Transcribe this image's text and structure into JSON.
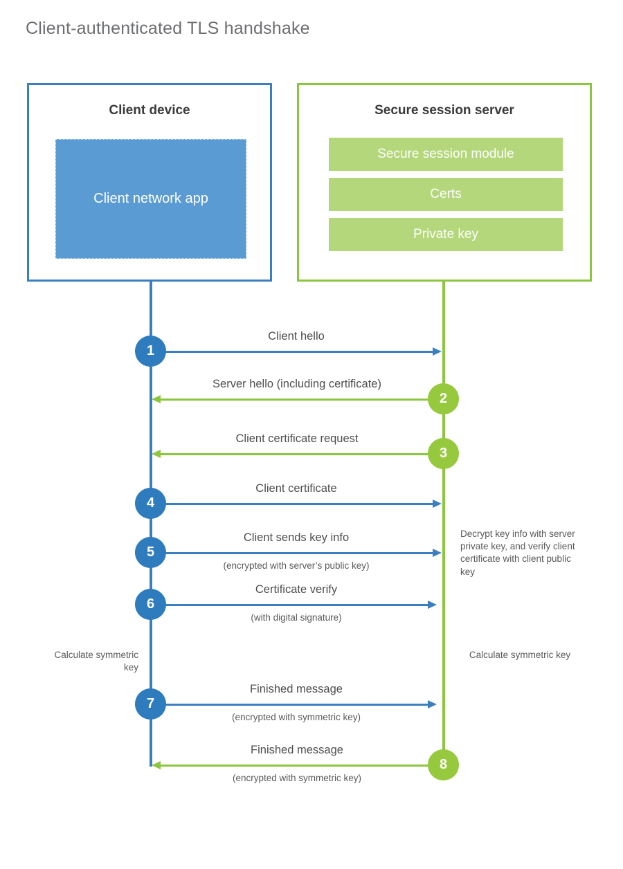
{
  "title": "Client-authenticated TLS handshake",
  "colors": {
    "client_blue": "#3b7fc1",
    "client_app_fill": "#5b9bd3",
    "server_green": "#8cc63f",
    "server_module_fill": "#b3d77a",
    "step_blue": "#2e7cbe",
    "step_green": "#96c93d",
    "text_gray": "#58595b",
    "title_gray": "#6d6e71"
  },
  "client": {
    "title": "Client device",
    "app_label": "Client network app"
  },
  "server": {
    "title": "Secure session server",
    "modules": [
      {
        "label": "Secure session module"
      },
      {
        "label": "Certs"
      },
      {
        "label": "Private key"
      }
    ]
  },
  "steps": [
    {
      "number": "1",
      "label": "Client hello",
      "sublabel": "",
      "direction": "client-to-server"
    },
    {
      "number": "2",
      "label": "Server hello (including certificate)",
      "sublabel": "",
      "direction": "server-to-client"
    },
    {
      "number": "3",
      "label": "Client certificate request",
      "sublabel": "",
      "direction": "server-to-client"
    },
    {
      "number": "4",
      "label": "Client certificate",
      "sublabel": "",
      "direction": "client-to-server"
    },
    {
      "number": "5",
      "label": "Client sends key info",
      "sublabel": "(encrypted with server’s public key)",
      "direction": "client-to-server"
    },
    {
      "number": "6",
      "label": "Certificate verify",
      "sublabel": "(with digital signature)",
      "direction": "client-to-server"
    },
    {
      "number": "7",
      "label": "Finished message",
      "sublabel": "(encrypted with symmetric key)",
      "direction": "client-to-server"
    },
    {
      "number": "8",
      "label": "Finished message",
      "sublabel": "(encrypted with symmetric key)",
      "direction": "server-to-client"
    }
  ],
  "notes": {
    "server_decrypt": "Decrypt key info with server private key, and verify client certificate with client public key",
    "client_calculate": "Calculate symmetric key",
    "server_calculate": "Calculate symmetric key"
  }
}
